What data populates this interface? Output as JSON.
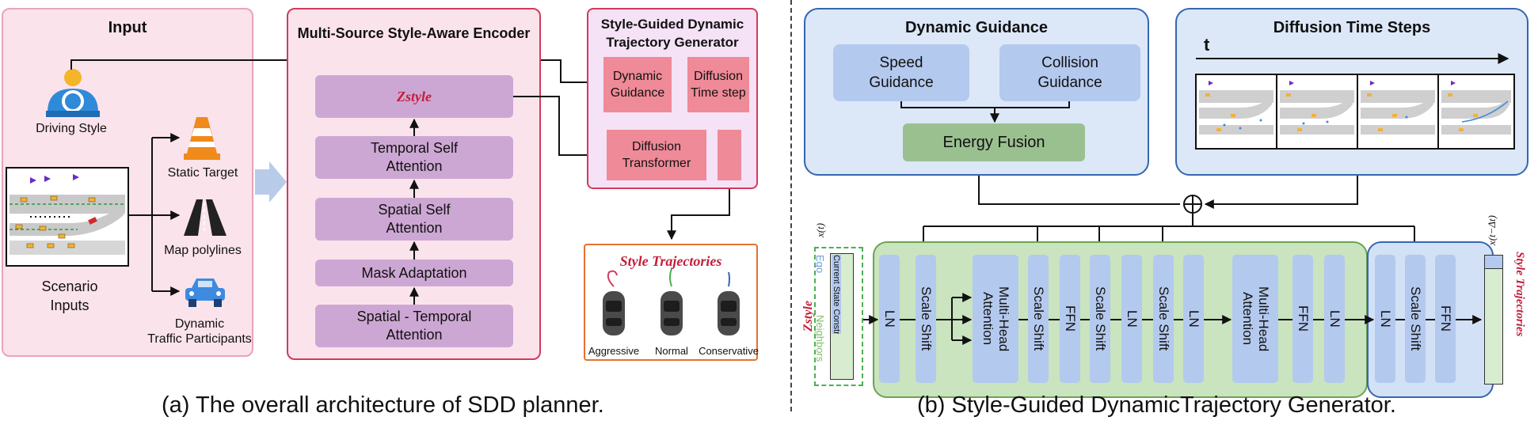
{
  "panel_a": {
    "input": {
      "title": "Input",
      "driving_style": "Driving Style",
      "static_target": "Static Target",
      "map_polylines": "Map polylines",
      "dynamic_traffic": "Dynamic\nTraffic Participants",
      "scenario_inputs": "Scenario\nInputs"
    },
    "encoder": {
      "title": "Multi-Source Style-Aware Encoder",
      "zstyle": "Zstyle",
      "temporal_self_attention": "Temporal Self\nAttention",
      "spatial_self_attention": "Spatial Self\nAttention",
      "mask_adaptation": "Mask Adaptation",
      "spatial_temporal_attention": "Spatial - Temporal\nAttention"
    },
    "generator": {
      "title": "Style-Guided Dynamic\nTrajectory Generator",
      "dynamic_guidance": "Dynamic\nGuidance",
      "diffusion_time_step": "Diffusion\nTime step",
      "diffusion_transformer": "Diffusion\nTransformer"
    },
    "trajectories": {
      "title": "Style Trajectories",
      "aggressive": "Aggressive",
      "normal": "Normal",
      "conservative": "Conservative"
    },
    "caption": "(a)  The overall architecture of SDD planner."
  },
  "panel_b": {
    "dynamic_guidance": {
      "title": "Dynamic Guidance",
      "speed": "Speed\nGuidance",
      "collision": "Collision\nGuidance",
      "energy_fusion": "Energy Fusion"
    },
    "diffusion_time_steps": {
      "title": "Diffusion Time Steps",
      "t_label": "t"
    },
    "input_stack": {
      "x_t": "x(t)",
      "ego": "Ego",
      "current_state_constraint": "Current State Constraint",
      "neighbors": "Neighbors",
      "zstyle": "Zstyle"
    },
    "blocks": [
      "LN",
      "Scale Shift",
      "Multi-Head\nAttention",
      "Scale Shift",
      "FFN",
      "Scale Shift",
      "LN",
      "Scale Shift",
      "LN",
      "Multi-Head\nAttention",
      "FFN",
      "LN"
    ],
    "output_blocks": [
      "LN",
      "Scale Shift",
      "FFN"
    ],
    "output": {
      "x_t_minus": "x(t−Δt)",
      "style_trajectories": "Style Trajectories"
    },
    "caption": "(b) Style-Guided DynamicTrajectory Generator."
  },
  "colors": {
    "pink_panel": "#fbe3ec",
    "crimson_border": "#d23a5b",
    "purple_block": "#cda7d4",
    "salmon_block": "#ef8a98",
    "blue_panel": "#dce8f8",
    "blue_block": "#b4c9ee",
    "green_panel": "#c9e4bf",
    "green_block": "#9ac090",
    "orange_border": "#e4722c",
    "style_red": "#c41e3a"
  },
  "icons": [
    "driver-icon",
    "traffic-cone-icon",
    "road-icon",
    "car-icon",
    "scenario-map-icon",
    "car-topview-icon",
    "plus-circle-icon"
  ]
}
